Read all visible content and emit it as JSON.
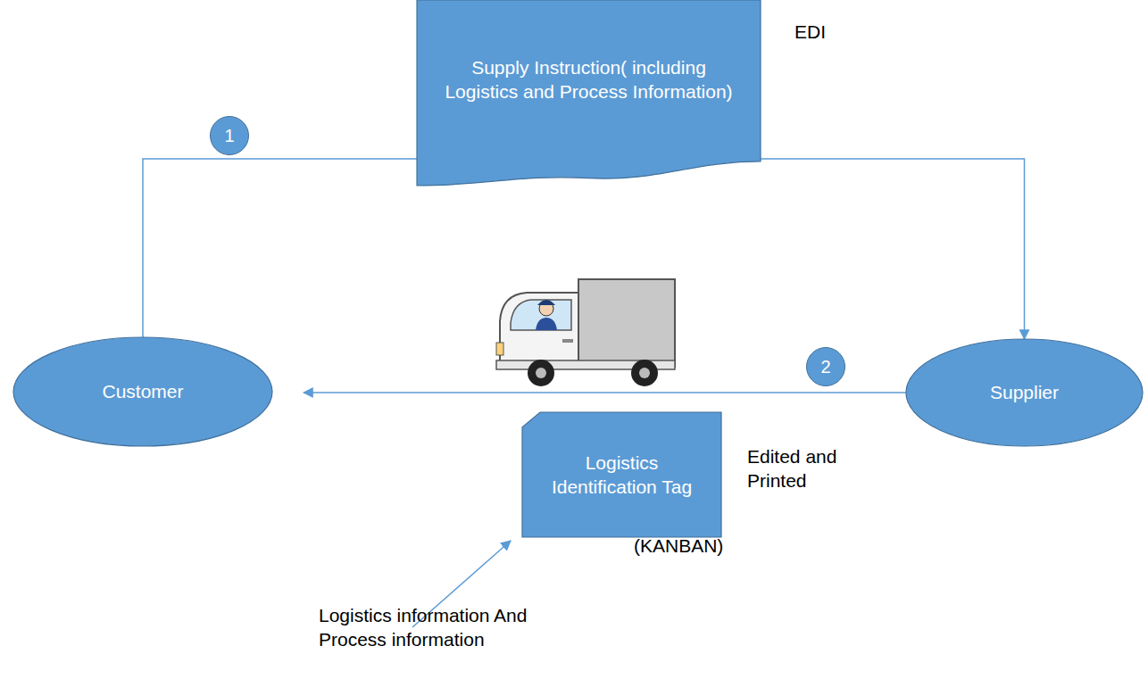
{
  "diagram": {
    "nodes": [
      {
        "text": [
          "Supply Instruction( including Logistics and Process Information)"
        ]
      },
      {
        "text": [
          "Customer"
        ]
      },
      {
        "text": [
          "Supplier"
        ]
      },
      {
        "text": [
          "Logistics Identification Tag"
        ]
      }
    ],
    "edges": [
      {
        "from": 1,
        "to": 0,
        "arrow": "none"
      },
      {
        "from": 0,
        "to": 2,
        "arrow": "to"
      },
      {
        "from": 2,
        "to": 1,
        "arrow": "to"
      }
    ],
    "labels": [
      "1",
      "2",
      "EDI",
      "Edited and Printed",
      "(KANBAN)",
      "Logistics information And Process information"
    ]
  }
}
